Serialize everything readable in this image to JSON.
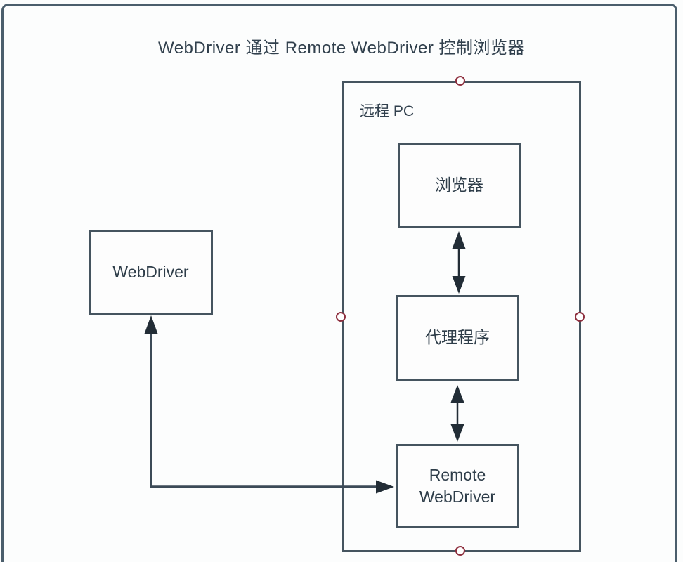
{
  "title": "WebDriver 通过 Remote WebDriver 控制浏览器",
  "diagram": {
    "remote_pc": {
      "label": "远程 PC"
    },
    "nodes": {
      "webdriver": {
        "label": "WebDriver"
      },
      "browser": {
        "label": "浏览器"
      },
      "agent": {
        "label": "代理程序"
      },
      "remote_webdriver": {
        "label": "Remote WebDriver"
      }
    },
    "edges": [
      {
        "from": "browser",
        "to": "agent",
        "direction": "bidirectional",
        "shape": "straight"
      },
      {
        "from": "agent",
        "to": "remote_webdriver",
        "direction": "bidirectional",
        "shape": "straight"
      },
      {
        "from": "remote_webdriver",
        "to": "webdriver",
        "direction": "bidirectional",
        "shape": "L"
      }
    ],
    "handles": [
      "top",
      "left",
      "right",
      "bottom"
    ],
    "colors": {
      "frame_border": "#4b5e6c",
      "box_border": "#45545f",
      "text": "#31404d",
      "arrow_shaft": "#3c4a57",
      "arrow_head": "#222d36",
      "handle_border": "#8e2f3e",
      "handle_fill": "#ffffff",
      "background": "#fcfdfd"
    }
  }
}
